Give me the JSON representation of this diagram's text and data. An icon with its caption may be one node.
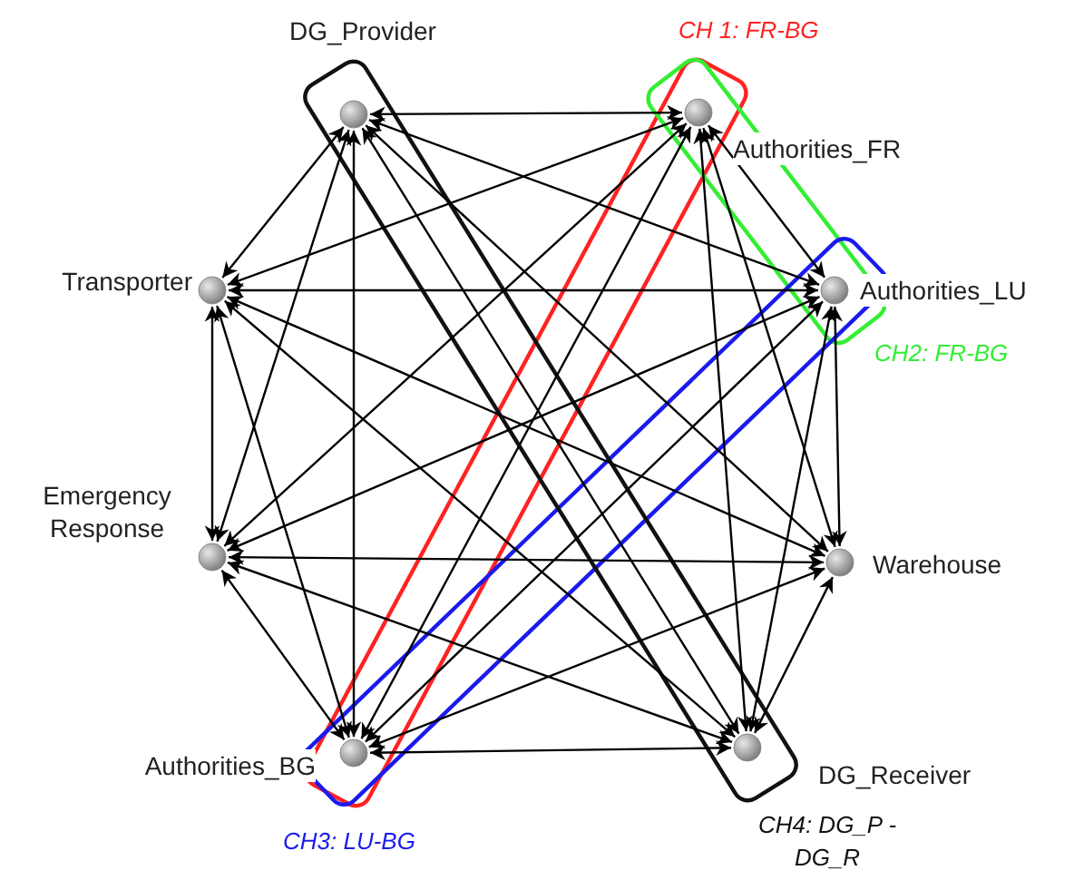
{
  "diagram": {
    "nodes": [
      {
        "text": [
          "DG_Provider"
        ]
      },
      {
        "text": [
          "Authorities_FR"
        ]
      },
      {
        "text": [
          "Transporter"
        ]
      },
      {
        "text": [
          "Authorities_LU"
        ]
      },
      {
        "text": [
          "Emergency Response"
        ]
      },
      {
        "text": [
          "Warehouse"
        ]
      },
      {
        "text": [
          "Authorities_BG"
        ]
      },
      {
        "text": [
          "DG_Receiver"
        ]
      }
    ],
    "labels": [
      "CH 1: FR-BG",
      "CH2: FR-BG",
      "CH3: LU-BG",
      "CH4: DG_P - DG_R"
    ],
    "edges": [
      {
        "from": 0,
        "to": 1,
        "arrow": "both"
      },
      {
        "from": 0,
        "to": 2,
        "arrow": "both"
      },
      {
        "from": 0,
        "to": 3,
        "arrow": "both"
      },
      {
        "from": 0,
        "to": 4,
        "arrow": "both"
      },
      {
        "from": 0,
        "to": 5,
        "arrow": "both"
      },
      {
        "from": 0,
        "to": 6,
        "arrow": "both"
      },
      {
        "from": 0,
        "to": 7,
        "arrow": "both"
      },
      {
        "from": 1,
        "to": 2,
        "arrow": "both"
      },
      {
        "from": 1,
        "to": 3,
        "arrow": "both"
      },
      {
        "from": 1,
        "to": 4,
        "arrow": "both"
      },
      {
        "from": 1,
        "to": 5,
        "arrow": "both"
      },
      {
        "from": 1,
        "to": 6,
        "arrow": "both"
      },
      {
        "from": 1,
        "to": 7,
        "arrow": "both"
      },
      {
        "from": 2,
        "to": 3,
        "arrow": "both"
      },
      {
        "from": 2,
        "to": 4,
        "arrow": "both"
      },
      {
        "from": 2,
        "to": 5,
        "arrow": "both"
      },
      {
        "from": 2,
        "to": 6,
        "arrow": "both"
      },
      {
        "from": 2,
        "to": 7,
        "arrow": "both"
      },
      {
        "from": 3,
        "to": 4,
        "arrow": "both"
      },
      {
        "from": 3,
        "to": 5,
        "arrow": "both"
      },
      {
        "from": 3,
        "to": 6,
        "arrow": "both"
      },
      {
        "from": 3,
        "to": 7,
        "arrow": "both"
      },
      {
        "from": 4,
        "to": 5,
        "arrow": "both"
      },
      {
        "from": 4,
        "to": 6,
        "arrow": "both"
      },
      {
        "from": 4,
        "to": 7,
        "arrow": "both"
      },
      {
        "from": 5,
        "to": 6,
        "arrow": "both"
      },
      {
        "from": 5,
        "to": 7,
        "arrow": "both"
      },
      {
        "from": 6,
        "to": 7,
        "arrow": "both"
      }
    ]
  }
}
